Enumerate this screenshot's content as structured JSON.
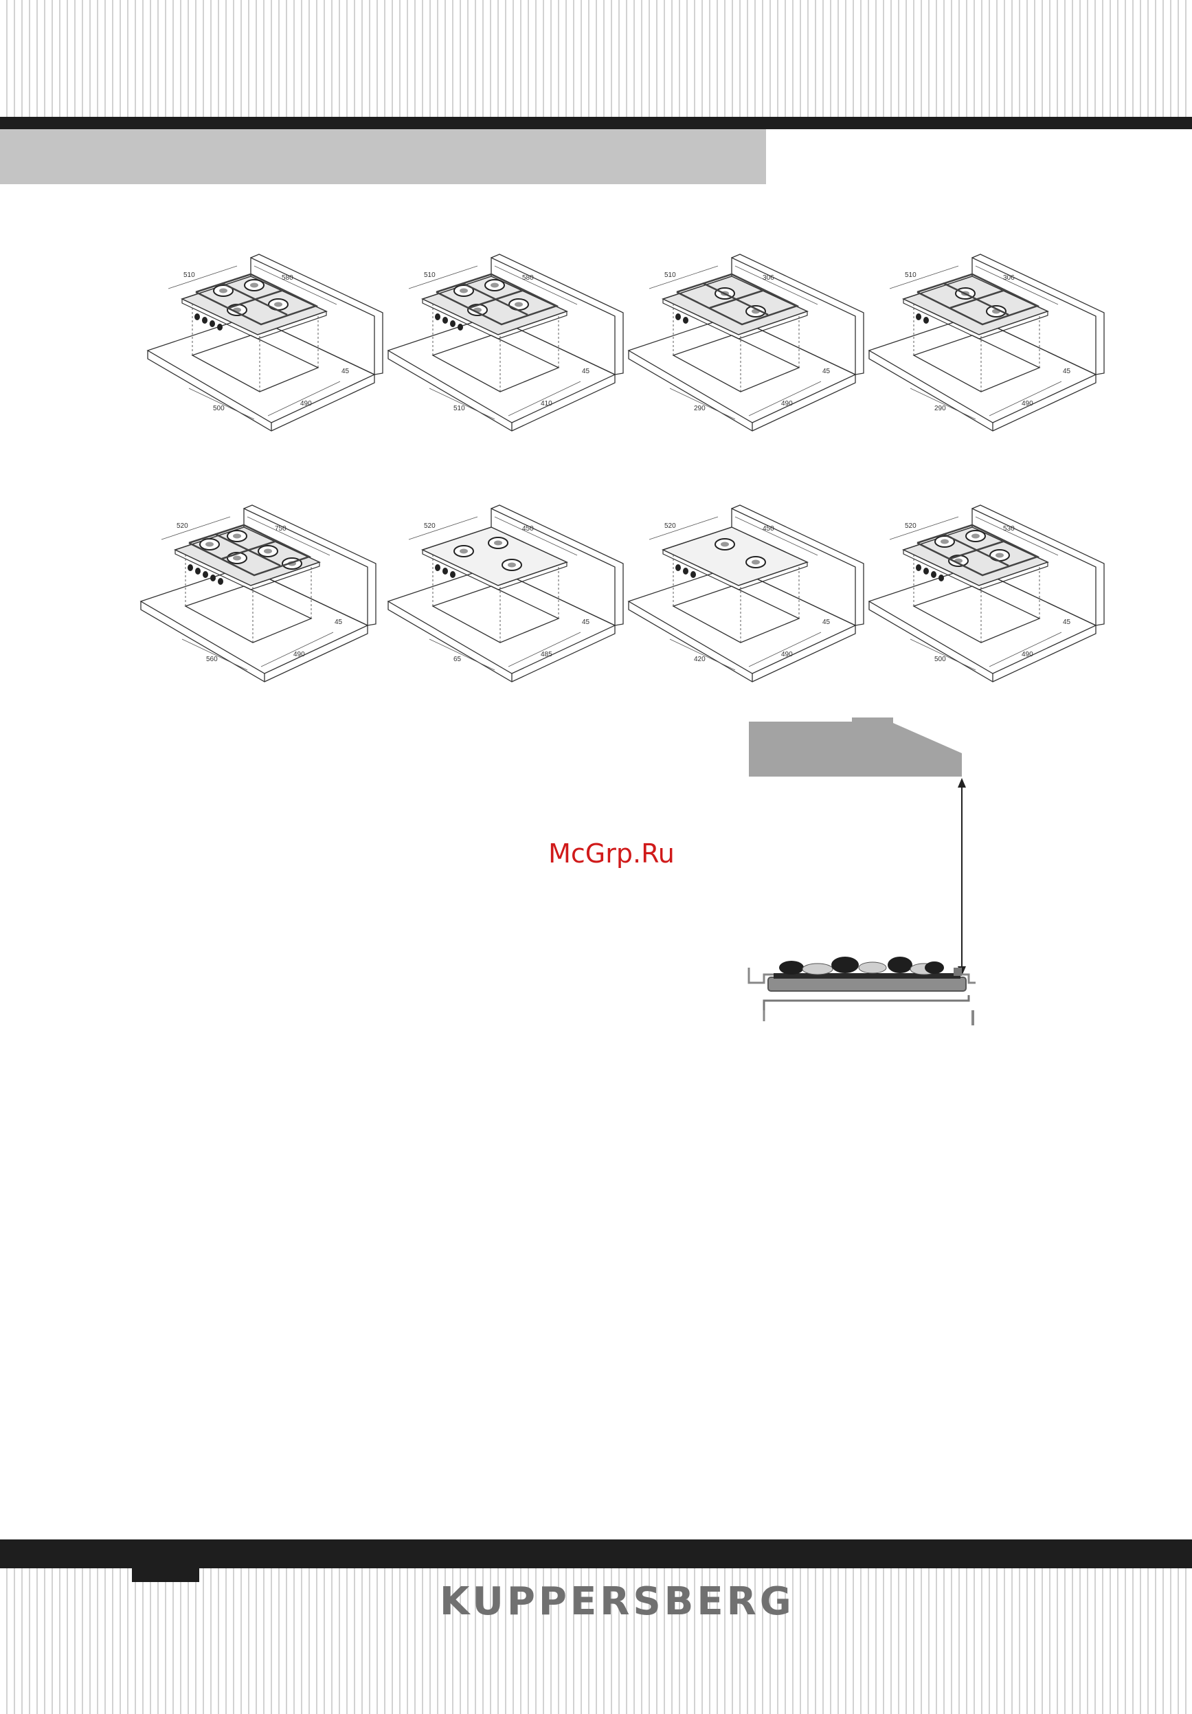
{
  "brand": "KUPPERSBERG",
  "watermark": "McGrp.Ru",
  "colors": {
    "band": "#1e1e1e",
    "header_grey": "#c4c4c4",
    "hood_grey": "#a3a3a3",
    "watermark": "#d01a1a",
    "brand": "#707070"
  },
  "figures": [
    {
      "top_depth": "510",
      "top_width": "580",
      "cutout_depth": "500",
      "cutout_width": "490",
      "offset": "45",
      "burners": 4,
      "knobs": 4,
      "grates": true
    },
    {
      "top_depth": "510",
      "top_width": "580",
      "cutout_depth": "510",
      "cutout_width": "410",
      "offset": "45",
      "burners": 4,
      "knobs": 4,
      "grates": true
    },
    {
      "top_depth": "510",
      "top_width": "306",
      "cutout_depth": "290",
      "cutout_width": "490",
      "offset": "45",
      "burners": 2,
      "knobs": 2,
      "grates": true
    },
    {
      "top_depth": "510",
      "top_width": "306",
      "cutout_depth": "290",
      "cutout_width": "490",
      "offset": "45",
      "burners": 2,
      "knobs": 2,
      "grates": true
    },
    {
      "top_depth": "520",
      "top_width": "750",
      "cutout_depth": "560",
      "cutout_width": "490",
      "offset": "45",
      "burners": 5,
      "knobs": 5,
      "grates": true
    },
    {
      "top_depth": "520",
      "top_width": "450",
      "cutout_depth": "65",
      "cutout_width": "485",
      "offset": "45",
      "burners": 3,
      "knobs": 3,
      "grates": false
    },
    {
      "top_depth": "520",
      "top_width": "450",
      "cutout_depth": "420",
      "cutout_width": "490",
      "offset": "45",
      "burners": 2,
      "knobs": 3,
      "grates": false
    },
    {
      "top_depth": "520",
      "top_width": "530",
      "cutout_depth": "500",
      "cutout_width": "490",
      "offset": "45",
      "burners": 4,
      "knobs": 4,
      "grates": true
    }
  ]
}
